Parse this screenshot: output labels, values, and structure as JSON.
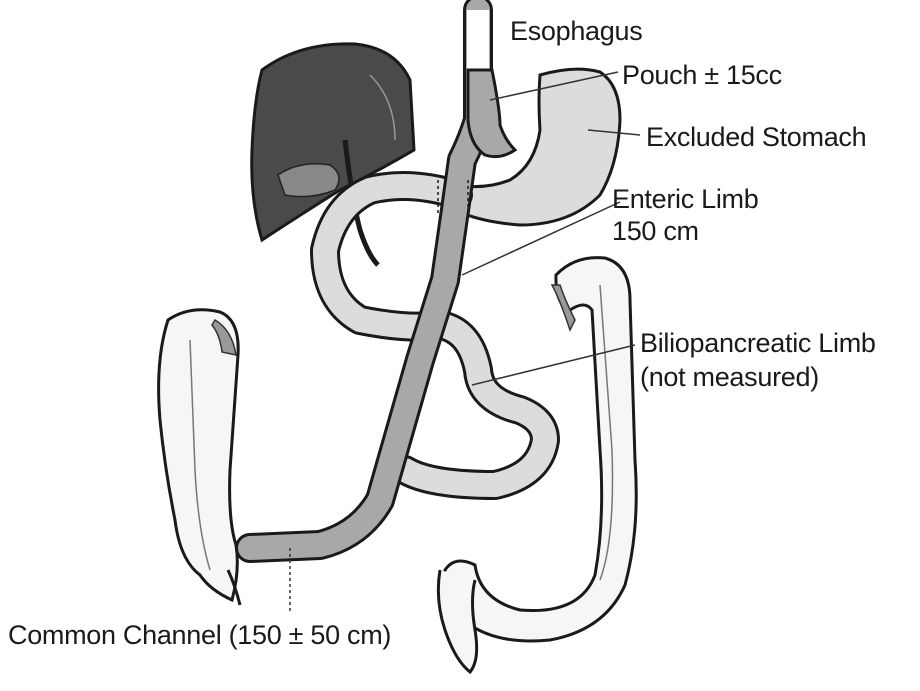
{
  "labels": {
    "esophagus": "Esophagus",
    "pouch": "Pouch ± 15cc",
    "excluded_stomach": "Excluded Stomach",
    "enteric_limb_line1": "Enteric Limb",
    "enteric_limb_line2": "150 cm",
    "biliopancreatic_line1": "Biliopancreatic Limb",
    "biliopancreatic_line2": "(not measured)",
    "common_channel": "Common Channel (150 ± 50 cm)"
  },
  "colors": {
    "outline": "#1a1a1a",
    "liver": "#4a4a4a",
    "alimentary": "#a8a8a8",
    "bowel_light": "#dcdcdc",
    "colon_fill": "#f6f6f6",
    "leader": "#333333"
  }
}
